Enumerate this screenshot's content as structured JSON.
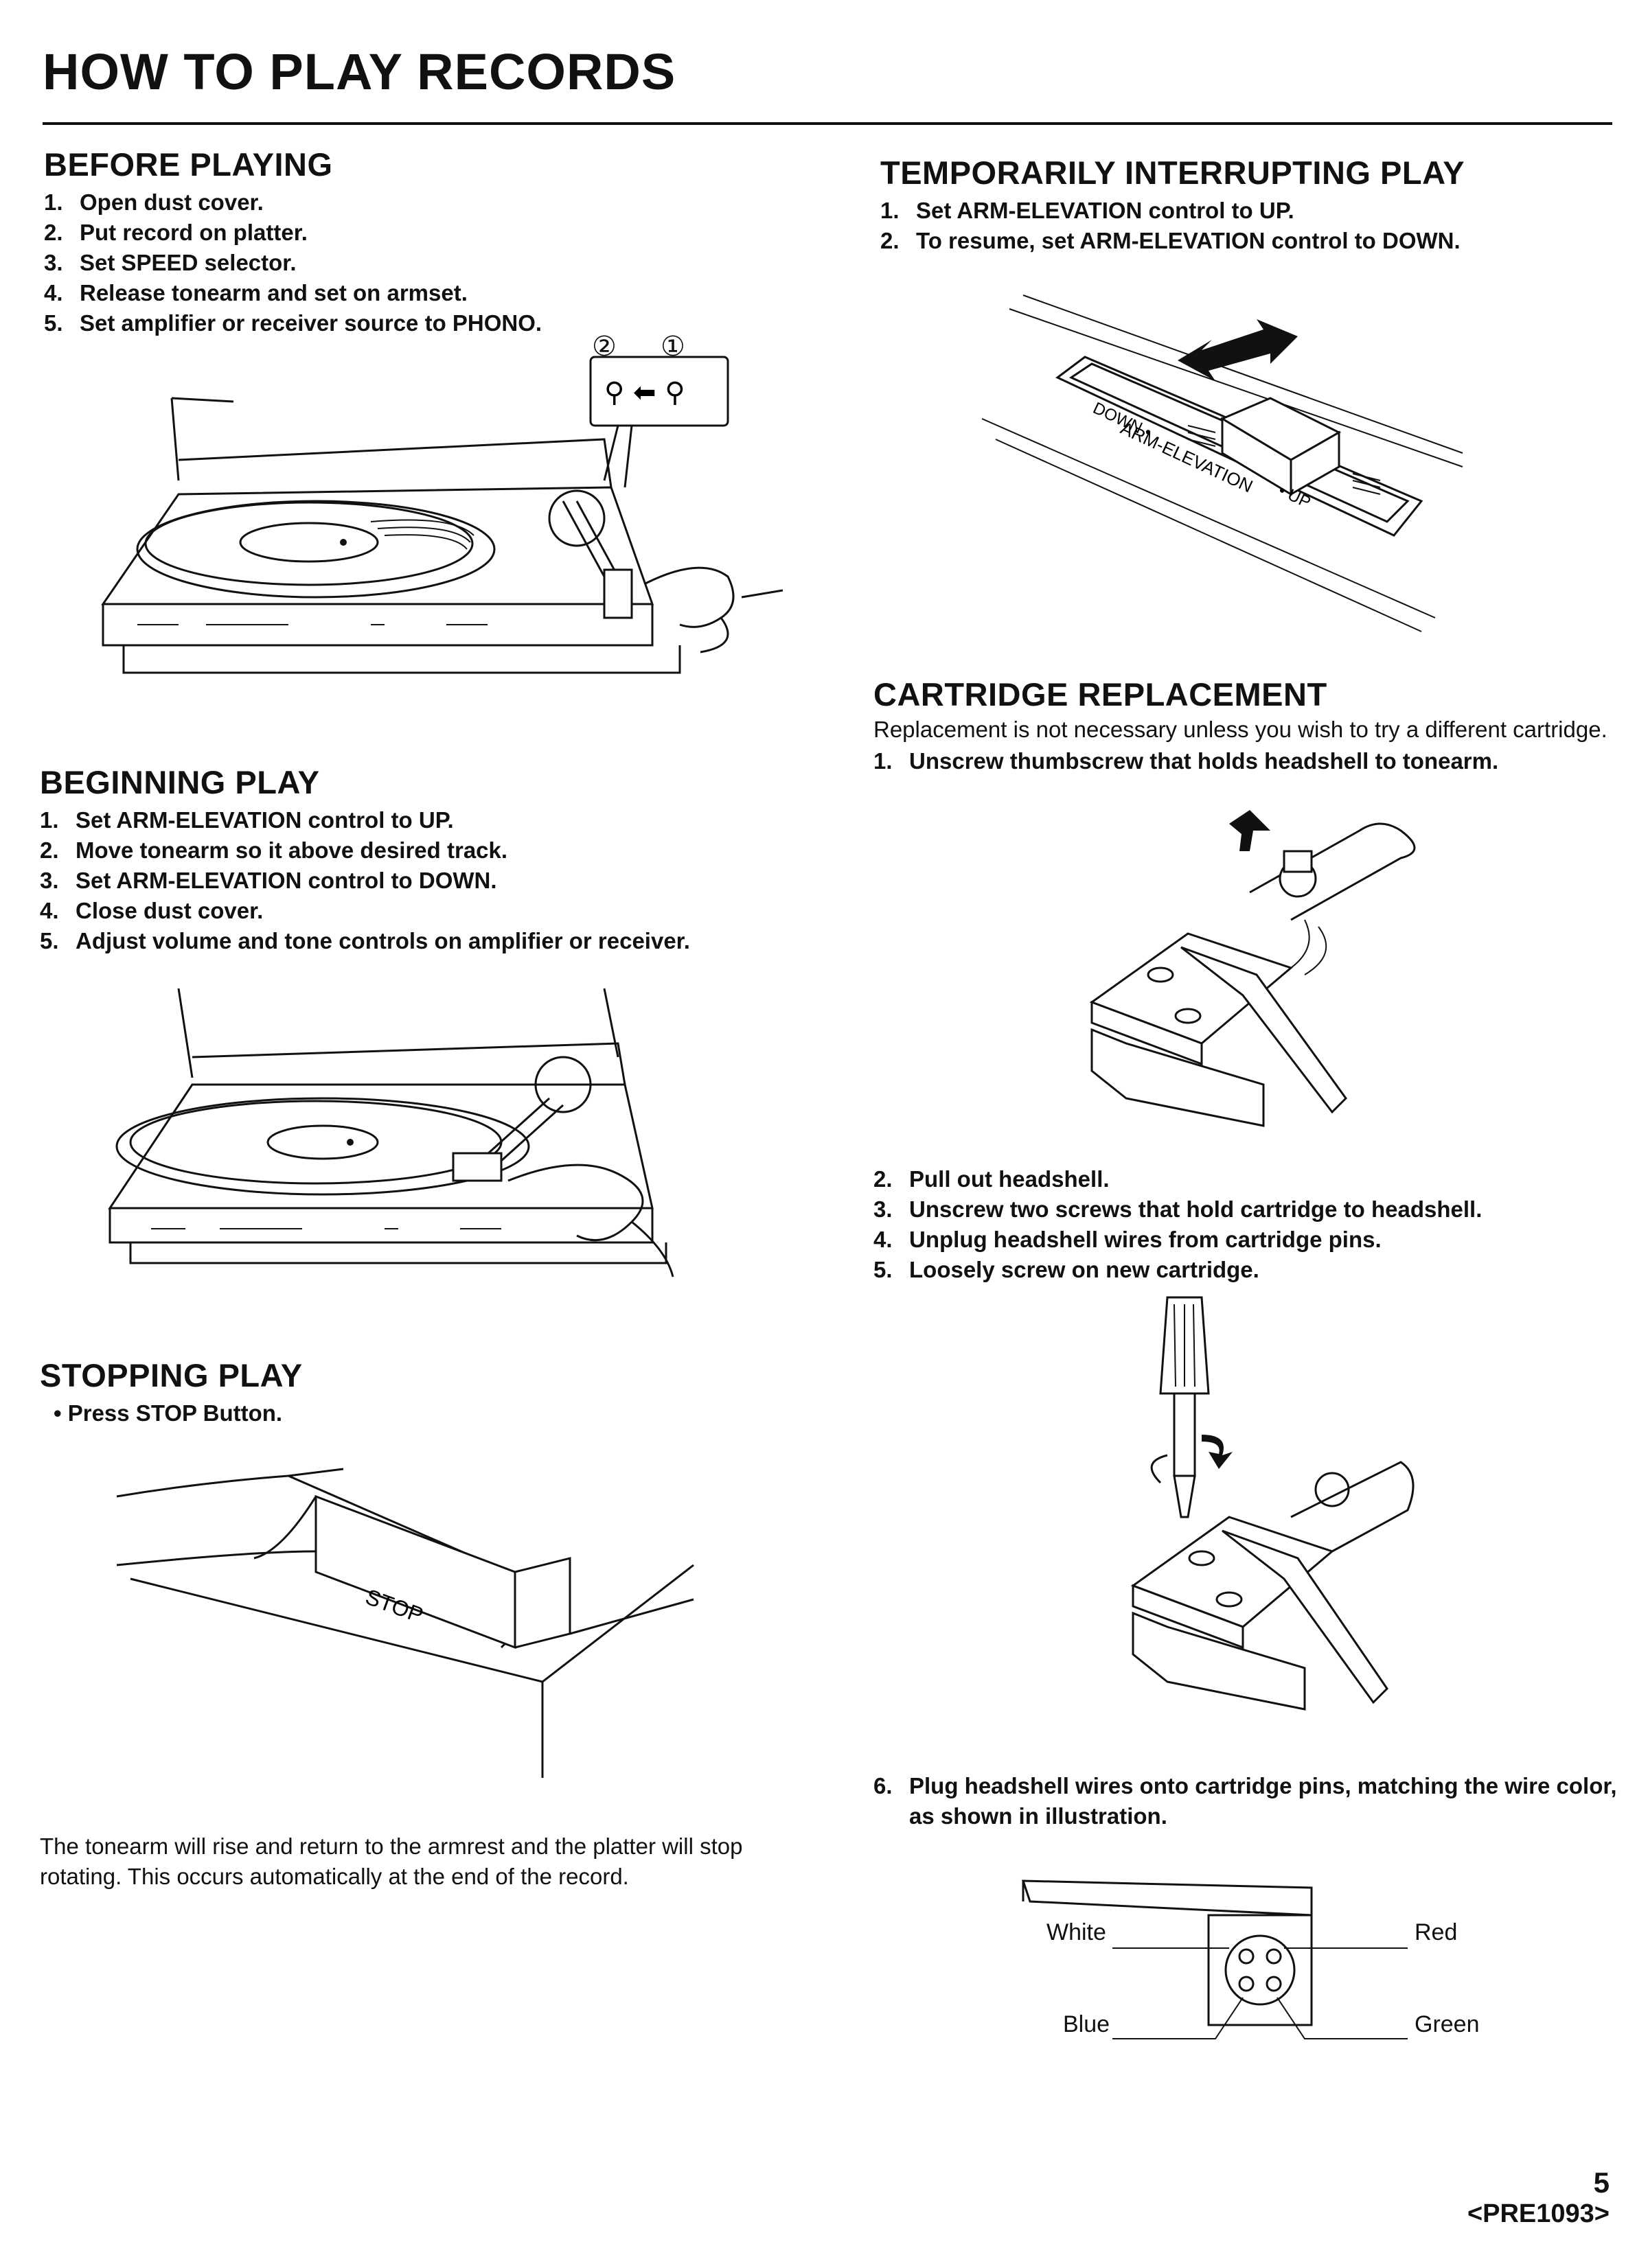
{
  "page": {
    "title": "HOW TO PLAY RECORDS",
    "page_number": "5",
    "page_code": "<PRE1093>"
  },
  "before_playing": {
    "heading": "BEFORE PLAYING",
    "steps": [
      {
        "num": "1.",
        "text": "Open dust cover."
      },
      {
        "num": "2.",
        "text": "Put record on platter."
      },
      {
        "num": "3.",
        "text": "Set SPEED selector."
      },
      {
        "num": "4.",
        "text": "Release tonearm and set on armset."
      },
      {
        "num": "5.",
        "text": "Set amplifier or receiver source to PHONO."
      }
    ],
    "callout_markers": [
      "②",
      "①"
    ]
  },
  "beginning_play": {
    "heading": "BEGINNING PLAY",
    "steps": [
      {
        "num": "1.",
        "text": "Set ARM-ELEVATION control to UP."
      },
      {
        "num": "2.",
        "text": "Move tonearm so it above desired track."
      },
      {
        "num": "3.",
        "text": "Set ARM-ELEVATION control to DOWN."
      },
      {
        "num": "4.",
        "text": "Close dust cover."
      },
      {
        "num": "5.",
        "text": "Adjust volume and tone controls on amplifier or receiver."
      }
    ]
  },
  "stopping_play": {
    "heading": "STOPPING PLAY",
    "bullet": "• Press STOP Button.",
    "button_label": "STOP",
    "note": "The tonearm will rise and return to the armrest and the platter will stop rotating. This occurs automatically at the end of the record."
  },
  "interrupting_play": {
    "heading": "TEMPORARILY INTERRUPTING PLAY",
    "steps": [
      {
        "num": "1.",
        "text": "Set ARM-ELEVATION control to UP."
      },
      {
        "num": "2.",
        "text": "To resume, set ARM-ELEVATION control to DOWN."
      }
    ],
    "control_labels": {
      "down": "DOWN •",
      "name": "ARM-ELEVATION",
      "up": "• UP"
    }
  },
  "cartridge_replacement": {
    "heading": "CARTRIDGE REPLACEMENT",
    "intro": "Replacement is not necessary unless you wish to try a different cartridge.",
    "step1": {
      "num": "1.",
      "text": "Unscrew thumbscrew that holds headshell to tonearm."
    },
    "steps_2_5": [
      {
        "num": "2.",
        "text": "Pull out headshell."
      },
      {
        "num": "3.",
        "text": "Unscrew two screws that hold cartridge to headshell."
      },
      {
        "num": "4.",
        "text": "Unplug headshell wires from cartridge pins."
      },
      {
        "num": "5.",
        "text": "Loosely screw on new cartridge."
      }
    ],
    "step6": {
      "num": "6.",
      "text": "Plug headshell wires onto cartridge pins, matching the wire color,",
      "text2": "as shown in illustration."
    },
    "wire_labels": {
      "white": "White",
      "red": "Red",
      "blue": "Blue",
      "green": "Green"
    }
  }
}
